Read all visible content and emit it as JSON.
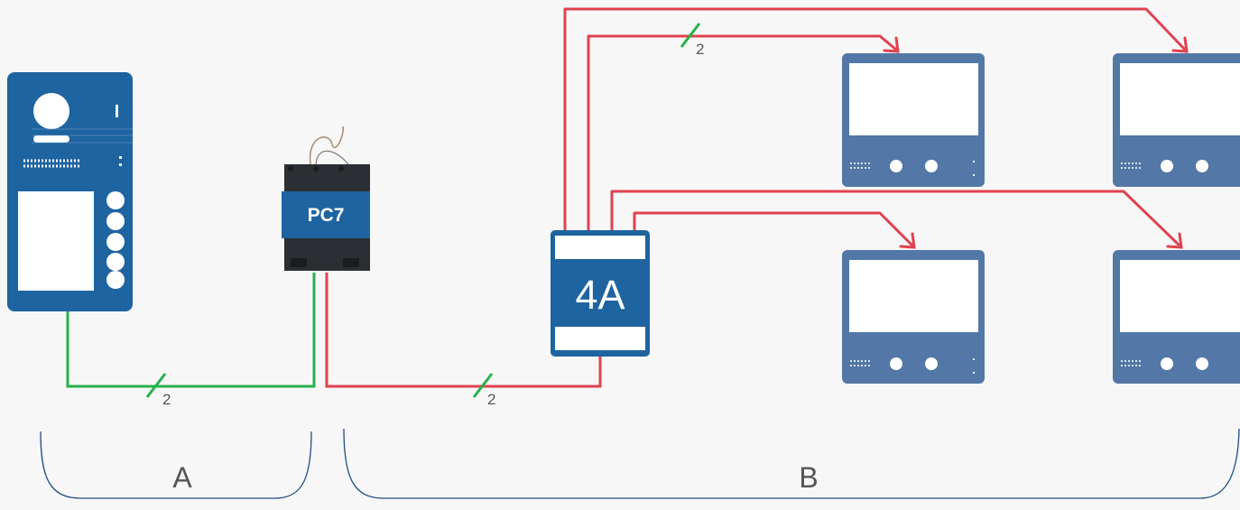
{
  "colors": {
    "background": "#f7f7f8",
    "device_blue": "#1e64a0",
    "monitor_blue": "#5377a6",
    "bus_red": "#e0424f",
    "door_green": "#27b24a",
    "bracket": "#1d4f86",
    "label_gray": "#555555"
  },
  "devices": {
    "door_panel": {
      "icon": "door-entry-panel-icon"
    },
    "power_supply": {
      "label": "PC7",
      "icon": "power-supply-icon"
    },
    "distributor": {
      "label": "4A",
      "icon": "distributor-icon"
    },
    "monitors": [
      {
        "icon": "video-monitor-icon"
      },
      {
        "icon": "video-monitor-icon"
      },
      {
        "icon": "video-monitor-icon"
      },
      {
        "icon": "video-monitor-icon"
      }
    ]
  },
  "wiring": {
    "wire_count_door": "2",
    "wire_count_bus": "2",
    "wire_count_monitor": "2"
  },
  "sections": {
    "a_label": "A",
    "b_label": "B"
  }
}
